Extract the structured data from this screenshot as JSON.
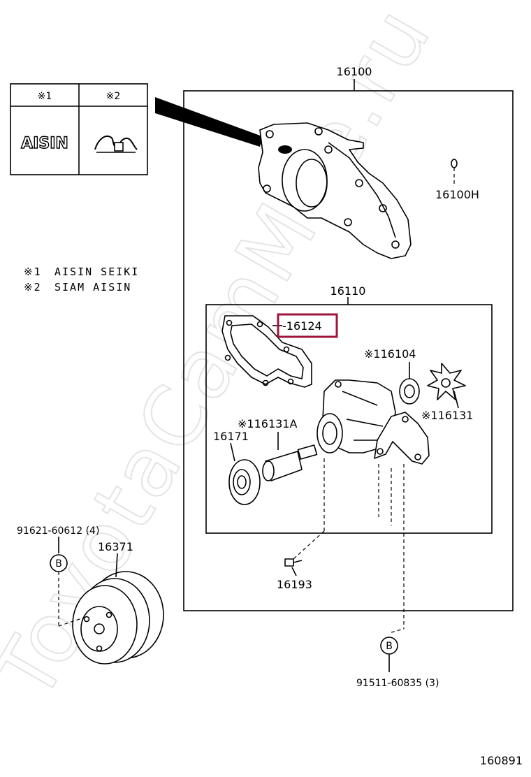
{
  "watermark": "ToyotaCamMile.ru",
  "diagram_id": "160891",
  "maker_table": {
    "col1_header": "※1",
    "col2_header": "※2",
    "col1_logo": "AISIN",
    "col2_logo_icon": "siam-aisin-logo-icon"
  },
  "legend": [
    {
      "mark": "※1",
      "text": "AISIN SEIKI"
    },
    {
      "mark": "※2",
      "text": "SIAM AISIN"
    }
  ],
  "parts": {
    "assembly_main": "16100",
    "plug": "16100H",
    "subassembly": "16110",
    "gasket": "-16124",
    "seal": "※116104",
    "impeller": "※116131",
    "shaft_bearing": "※116131A",
    "seat": "16171",
    "pulley": "16371",
    "stud": "16193",
    "bolt_b_top": "91621-60612 (4)",
    "bolt_b_bottom": "91511-60835 (3)",
    "marker_b": "B"
  },
  "highlight_color": "#a0133b"
}
